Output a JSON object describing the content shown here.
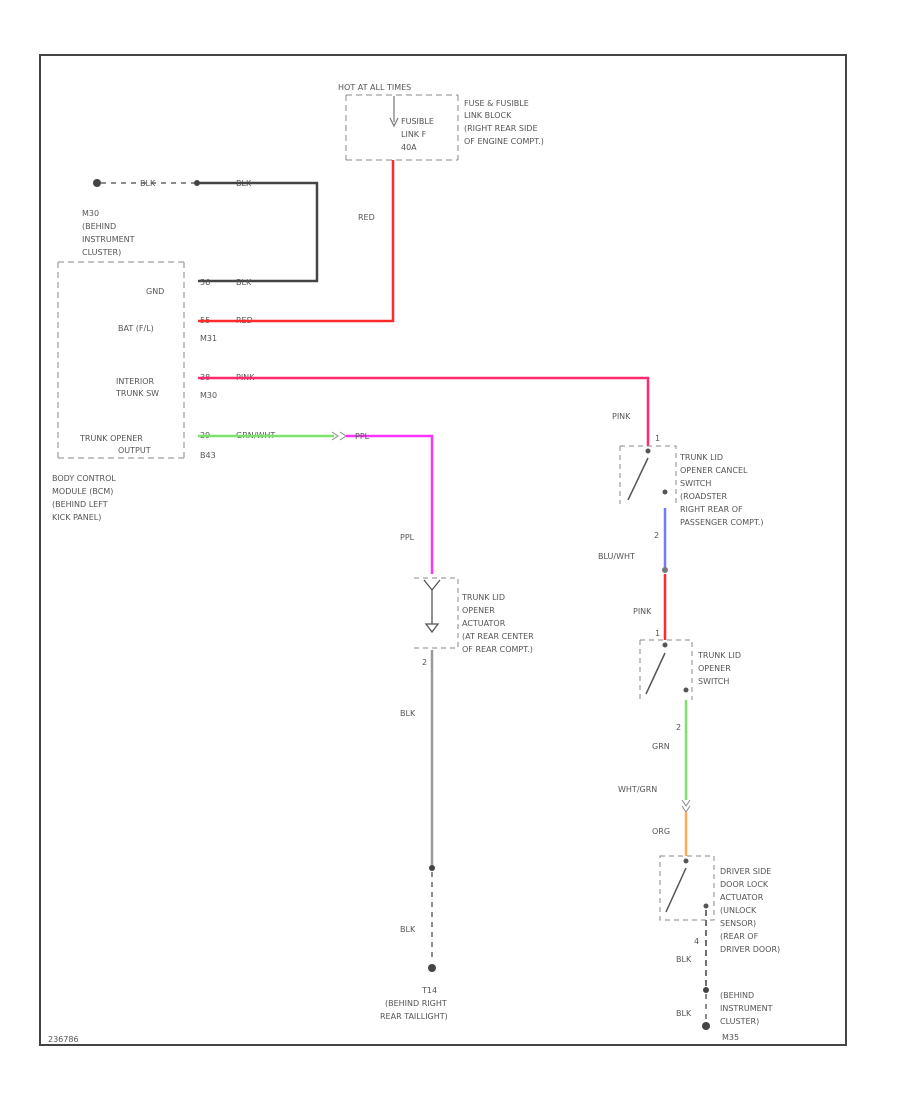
{
  "colors": {
    "border": "#444444",
    "black_wire": "#444444",
    "red_wire": "#ff2a2a",
    "pink_wire": "#ff2a6e",
    "green_wire": "#7ee36a",
    "purple_wire": "#ff33ff",
    "blue_wire": "#7777ff",
    "orange_wire": "#ffaa55",
    "gray_wire": "#999999",
    "dash": "#888888",
    "text": "#555555"
  },
  "fuse_block": {
    "header": "HOT AT ALL TIMES",
    "fuse": [
      "FUSIBLE",
      "LINK F",
      "40A"
    ],
    "desc": [
      "FUSE & FUSIBLE",
      "LINK BLOCK",
      "(RIGHT REAR SIDE",
      "OF ENGINE COMPT.)"
    ]
  },
  "top_ground": {
    "wire1": "BLK",
    "wire2": "BLK"
  },
  "ground_m30": [
    "M30",
    "(BEHIND",
    "INSTRUMENT",
    "CLUSTER)"
  ],
  "bcm": {
    "name": [
      "BODY CONTROL",
      "MODULE (BCM)",
      "(BEHIND LEFT",
      "KICK PANEL)"
    ],
    "pins": [
      {
        "label": [
          "GND"
        ],
        "pin": "56",
        "conn": "",
        "wire": "BLK"
      },
      {
        "label": [
          "BAT (F/L)"
        ],
        "pin": "55",
        "conn": "M31",
        "wire": "RED"
      },
      {
        "label": [
          "INTERIOR",
          "TRUNK SW"
        ],
        "pin": "38",
        "conn": "M30",
        "wire": "PINK"
      },
      {
        "label": [
          "TRUNK OPENER",
          "OUTPUT"
        ],
        "pin": "29",
        "conn": "B43",
        "wire": "GRN/WHT"
      }
    ]
  },
  "wires": {
    "fuse_to_bcm": "RED",
    "opener_out_after": "PPL",
    "actuator_in": "PPL",
    "actuator_ground": "BLK",
    "ground_t14": "BLK",
    "cancel_in": "PINK",
    "cancel_out": "BLU/WHT",
    "opener_sw_in": "PINK",
    "opener_sw_out": "GRN",
    "door_lock_in1": "WHT/GRN",
    "door_lock_in2": "ORG",
    "door_lock_g1": "BLK",
    "door_lock_g2": "BLK"
  },
  "actuator": {
    "name": [
      "TRUNK LID",
      "OPENER",
      "ACTUATOR",
      "(AT REAR CENTER",
      "OF REAR COMPT.)"
    ],
    "pin_out": "2"
  },
  "ground_t14": [
    "T14",
    "(BEHIND RIGHT",
    "REAR TAILLIGHT)"
  ],
  "cancel_switch": {
    "name": [
      "TRUNK LID",
      "OPENER CANCEL",
      "SWITCH",
      "(ROADSTER",
      "RIGHT REAR OF",
      "PASSENGER COMPT.)"
    ],
    "pin_in": "1",
    "pin_out": "2"
  },
  "opener_switch": {
    "name": [
      "TRUNK LID",
      "OPENER",
      "SWITCH"
    ],
    "pin_in": "1",
    "pin_out": "2"
  },
  "door_lock": {
    "name": [
      "DRIVER SIDE",
      "DOOR LOCK",
      "ACTUATOR",
      "(UNLOCK",
      "SENSOR)",
      "(REAR OF",
      "DRIVER DOOR)"
    ],
    "pin": "4"
  },
  "ground_m35": [
    "(BEHIND",
    "INSTRUMENT",
    "CLUSTER)",
    "M35"
  ],
  "footer_id": "236786"
}
